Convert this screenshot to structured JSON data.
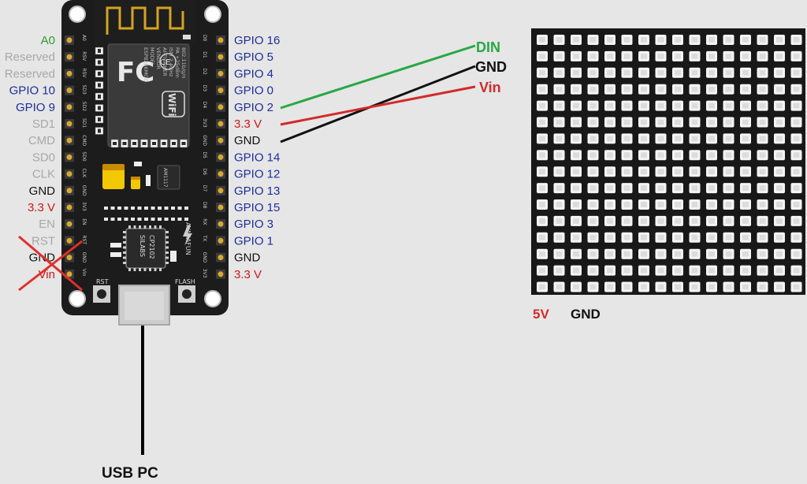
{
  "left_labels": [
    {
      "text": "A0",
      "color": "#2e9b2e"
    },
    {
      "text": "Reserved",
      "color": "#a8a8a8"
    },
    {
      "text": "Reserved",
      "color": "#a8a8a8"
    },
    {
      "text": "GPIO 10",
      "color": "#1f2d9c"
    },
    {
      "text": "GPIO 9",
      "color": "#1f2d9c"
    },
    {
      "text": "SD1",
      "color": "#a8a8a8"
    },
    {
      "text": "CMD",
      "color": "#a8a8a8"
    },
    {
      "text": "SD0",
      "color": "#a8a8a8"
    },
    {
      "text": "CLK",
      "color": "#a8a8a8"
    },
    {
      "text": "GND",
      "color": "#111111"
    },
    {
      "text": "3.3 V",
      "color": "#d01818"
    },
    {
      "text": "EN",
      "color": "#a8a8a8"
    },
    {
      "text": "RST",
      "color": "#a8a8a8"
    },
    {
      "text": "GND",
      "color": "#111111"
    },
    {
      "text": "Vin",
      "color": "#d01818"
    }
  ],
  "right_labels": [
    {
      "text": "GPIO 16",
      "color": "#1f2d9c"
    },
    {
      "text": "GPIO 5",
      "color": "#1f2d9c"
    },
    {
      "text": "GPIO 4",
      "color": "#1f2d9c"
    },
    {
      "text": "GPIO 0",
      "color": "#1f2d9c"
    },
    {
      "text": "GPIO 2",
      "color": "#1f2d9c"
    },
    {
      "text": "3.3 V",
      "color": "#d01818"
    },
    {
      "text": "GND",
      "color": "#111111"
    },
    {
      "text": "GPIO 14",
      "color": "#1f2d9c"
    },
    {
      "text": "GPIO 12",
      "color": "#1f2d9c"
    },
    {
      "text": "GPIO 13",
      "color": "#1f2d9c"
    },
    {
      "text": "GPIO 15",
      "color": "#1f2d9c"
    },
    {
      "text": "GPIO 3",
      "color": "#1f2d9c"
    },
    {
      "text": "GPIO 1",
      "color": "#1f2d9c"
    },
    {
      "text": "GND",
      "color": "#111111"
    },
    {
      "text": "3.3 V",
      "color": "#d01818"
    }
  ],
  "board": {
    "pins_left": [
      "A0",
      "RSV",
      "RSV",
      "SD3",
      "SD2",
      "SD1",
      "CMD",
      "SD0",
      "CLK",
      "GND",
      "3V3",
      "EN",
      "RST",
      "GND",
      "Vin"
    ],
    "pins_right": [
      "D0",
      "D1",
      "D2",
      "D3",
      "D4",
      "3V3",
      "GND",
      "D5",
      "D6",
      "D7",
      "D8",
      "RX",
      "TX",
      "GND",
      "3V3"
    ],
    "module_text": [
      "ESP8266MOD",
      "MODEL",
      "VENDOR",
      "AI-THINKER",
      "ISM 2.4GHz",
      "PA +25dBm",
      "802.11b/g/n"
    ],
    "chip_text": [
      "SILABS",
      "CP2102"
    ],
    "regulator_text": "AM1117",
    "maker_text": "AYARAFUN",
    "rst_label": "RST",
    "flash_label": "FLASH",
    "fcc_text": "FC",
    "wifi_text": "WiFi",
    "ce_text": "CE"
  },
  "wire_labels": {
    "din": "DIN",
    "gnd": "GND",
    "vin": "Vin"
  },
  "matrix_labels": {
    "five_v": "5V",
    "gnd": "GND"
  },
  "usb_label": "USB PC",
  "colors": {
    "din_wire": "#27a845",
    "gnd_wire": "#111111",
    "vin_wire": "#d42a2a",
    "board": "#1c1c1c",
    "crossout": "#e0302a"
  }
}
